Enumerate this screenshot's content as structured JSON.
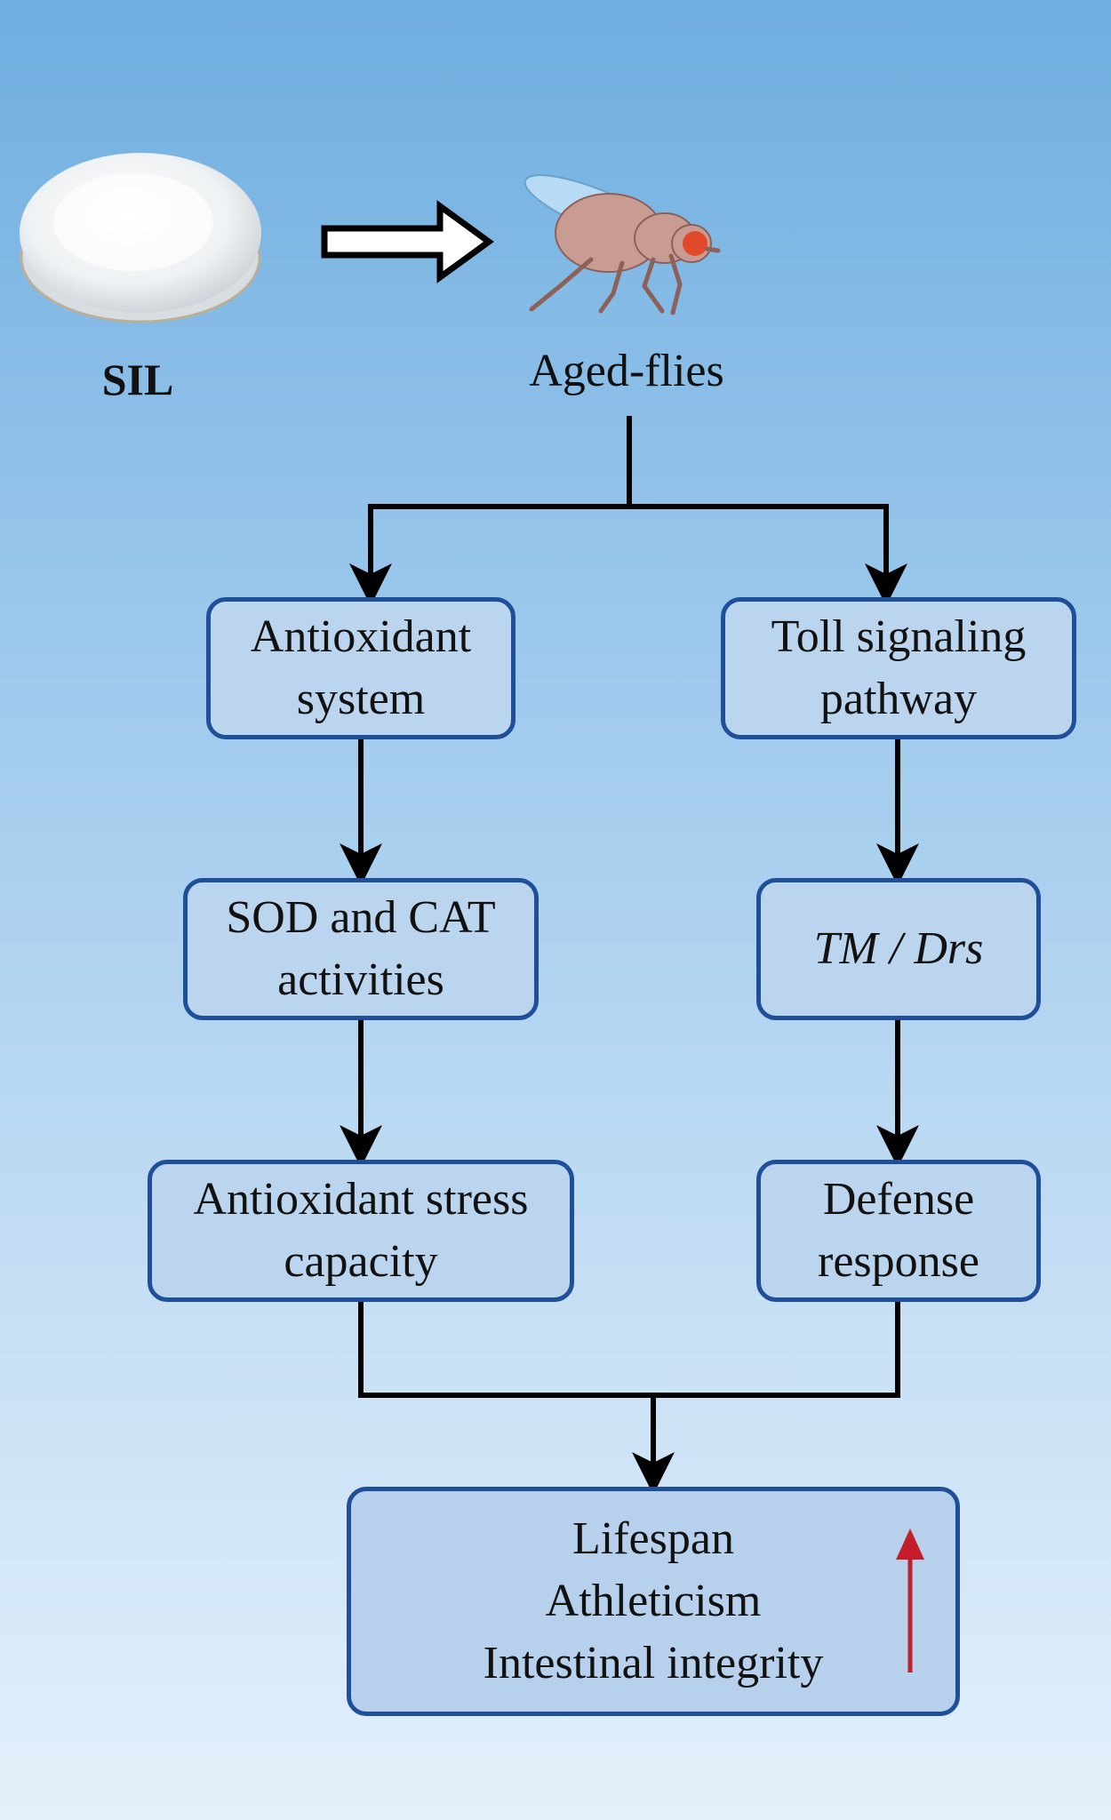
{
  "diagram": {
    "input": {
      "label": "SIL",
      "icon": "powder-dish-icon"
    },
    "subject": {
      "label": "Aged-flies",
      "icon": "fly-icon"
    },
    "left_branch": {
      "step1": [
        "Antioxidant",
        "system"
      ],
      "step2": [
        "SOD and CAT",
        "activities"
      ],
      "step3": [
        "Antioxidant stress",
        "capacity"
      ]
    },
    "right_branch": {
      "step1": [
        "Toll signaling",
        "pathway"
      ],
      "step2": "TM / Drs",
      "step3": [
        "Defense",
        "response"
      ]
    },
    "outcome": {
      "items": [
        "Lifespan",
        "Athleticism",
        "Intestinal integrity"
      ],
      "trend_icon": "up-arrow-icon"
    },
    "colors": {
      "box_border": "#1f4f99",
      "box_fill": "#bcd5ee",
      "trend_arrow": "#c41e2a"
    }
  }
}
